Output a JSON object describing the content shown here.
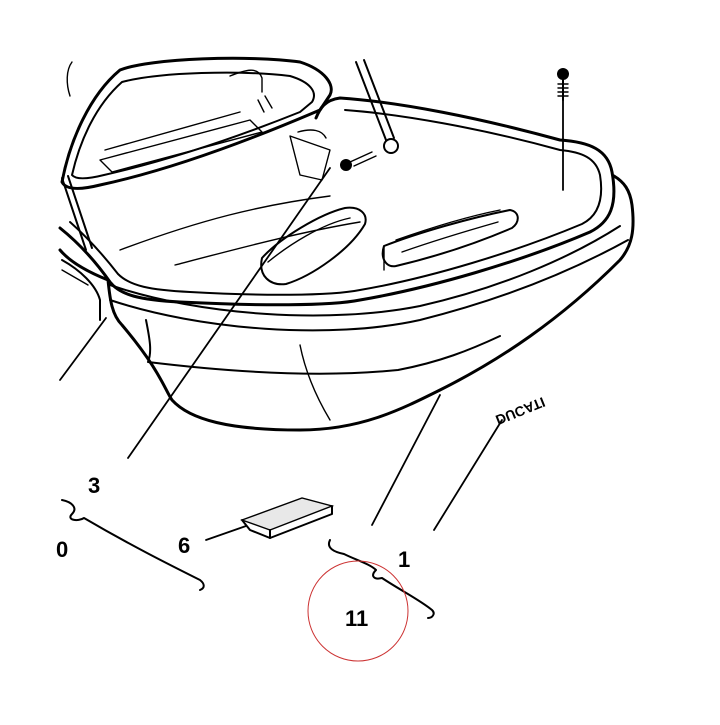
{
  "diagram": {
    "callouts": [
      {
        "id": "callout-3",
        "label": "3"
      },
      {
        "id": "callout-6",
        "label": "6"
      },
      {
        "id": "callout-1",
        "label": "1"
      },
      {
        "id": "callout-11",
        "label": "11"
      },
      {
        "id": "callout-10-partial",
        "label": "0"
      }
    ],
    "decal_text": "DUCATI",
    "highlight_color": "#cc3333",
    "line_color": "#000000"
  }
}
